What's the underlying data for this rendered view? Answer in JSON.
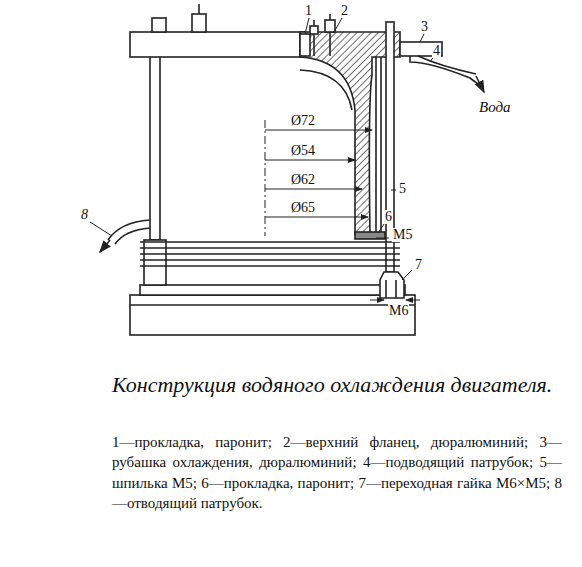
{
  "diagram": {
    "caption": "Конструкция водяного охлаждения двигателя.",
    "labels": [
      "1",
      "2",
      "3",
      "4",
      "Вода",
      "Ø72",
      "Ø54",
      "Ø62",
      "Ø65",
      "5",
      "6",
      "M5",
      "8",
      "7",
      "M6",
      "1—прокладка, паронит; 2—верхний фланец, дюралюминий; 3—рубашка охлаждения, дюралюминий; 4—подводящий патрубок; 5—шпилька М5; 6—прокладка, паронит; 7—переходная гайка М6×М5; 8—отводящий патрубок."
    ]
  }
}
